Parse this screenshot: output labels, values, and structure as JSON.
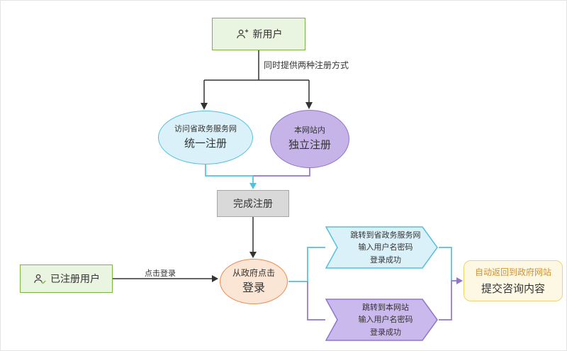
{
  "colors": {
    "green": "#7cb342",
    "green-fill": "#eaf5e1",
    "cyan": "#53c0e0",
    "cyan-fill": "#daf1fa",
    "purple": "#8f76cc",
    "purple-fill": "#c6b3e8",
    "purple-fill-light": "#cab9ec",
    "gray": "#a6a6a6",
    "gray-fill": "#d9d9d9",
    "orange": "#ee8a4e",
    "orange-fill": "#fbe6d5",
    "yellow": "#f2d36b",
    "yellow-fill": "#fdf8e3",
    "ink": "#333333",
    "amber-text": "#cf9136"
  },
  "nodes": {
    "new_user": {
      "label": "新用户"
    },
    "unified_register": {
      "line1": "访问省政务服务网",
      "line2": "统一注册"
    },
    "independent_register": {
      "line1": "本网站内",
      "line2": "独立注册"
    },
    "complete_register": {
      "label": "完成注册"
    },
    "registered_user": {
      "label": "已注册用户"
    },
    "login": {
      "line1": "从政府点击",
      "line2": "登录"
    },
    "gov_login": {
      "line1": "跳转到省政务服务网",
      "line2": "输入用户名密码",
      "line3": "登录成功"
    },
    "site_login": {
      "line1": "跳转到本网站",
      "line2": "输入用户名密码",
      "line3": "登录成功"
    },
    "result": {
      "line1": "自动返回到政府网站",
      "line2": "提交咨询内容"
    }
  },
  "labels": {
    "branch": "同时提供两种注册方式",
    "click_login": "点击登录"
  }
}
